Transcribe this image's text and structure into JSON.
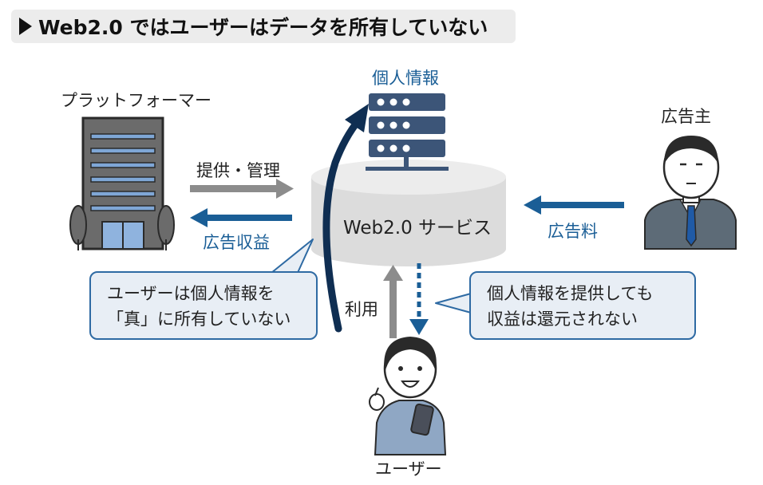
{
  "title": "Web2.0 ではユーザーはデータを所有していない",
  "labels": {
    "platformer": "プラットフォーマー",
    "personal_info": "個人情報",
    "advertiser": "広告主",
    "provide_manage": "提供・管理",
    "ad_revenue": "広告収益",
    "service": "Web2.0 サービス",
    "ad_fee": "広告料",
    "use": "利用",
    "user": "ユーザー"
  },
  "callouts": {
    "left": [
      "ユーザーは個人情報を",
      "「真」に所有していない"
    ],
    "right": [
      "個人情報を提供しても",
      "収益は還元されない"
    ]
  },
  "colors": {
    "accent_blue": "#1a5e96",
    "dark_navy": "#0f2e52",
    "gray_arrow": "#8c8c8c",
    "server": "#3c5578",
    "cylinder": "#dcdcdc"
  }
}
